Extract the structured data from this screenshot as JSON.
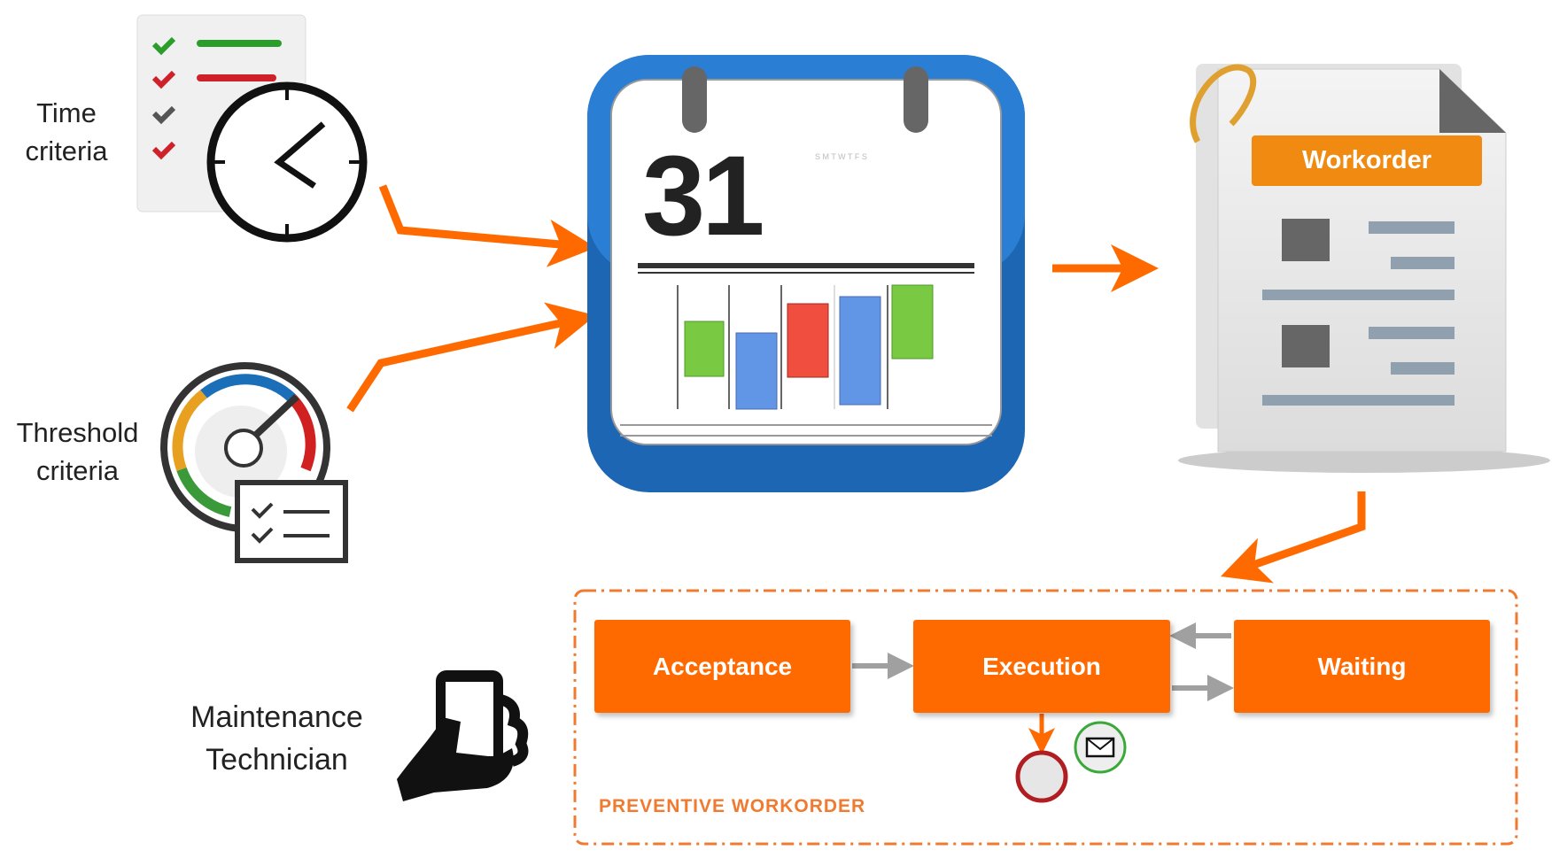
{
  "inputs": {
    "time_criteria": [
      "Time",
      "criteria"
    ],
    "threshold_criteria": [
      "Threshold",
      "criteria"
    ]
  },
  "calendar": {
    "day": "31"
  },
  "workorder": {
    "label": "Workorder"
  },
  "process": {
    "title": "PREVENTIVE WORKORDER",
    "states": [
      "Acceptance",
      "Execution",
      "Waiting"
    ]
  },
  "actor": {
    "label": [
      "Maintenance",
      "Technician"
    ]
  },
  "colors": {
    "accent": "#ff6a00",
    "calendar_blue": "#1f6fc0",
    "arrow_grey": "#a0a0a0"
  }
}
